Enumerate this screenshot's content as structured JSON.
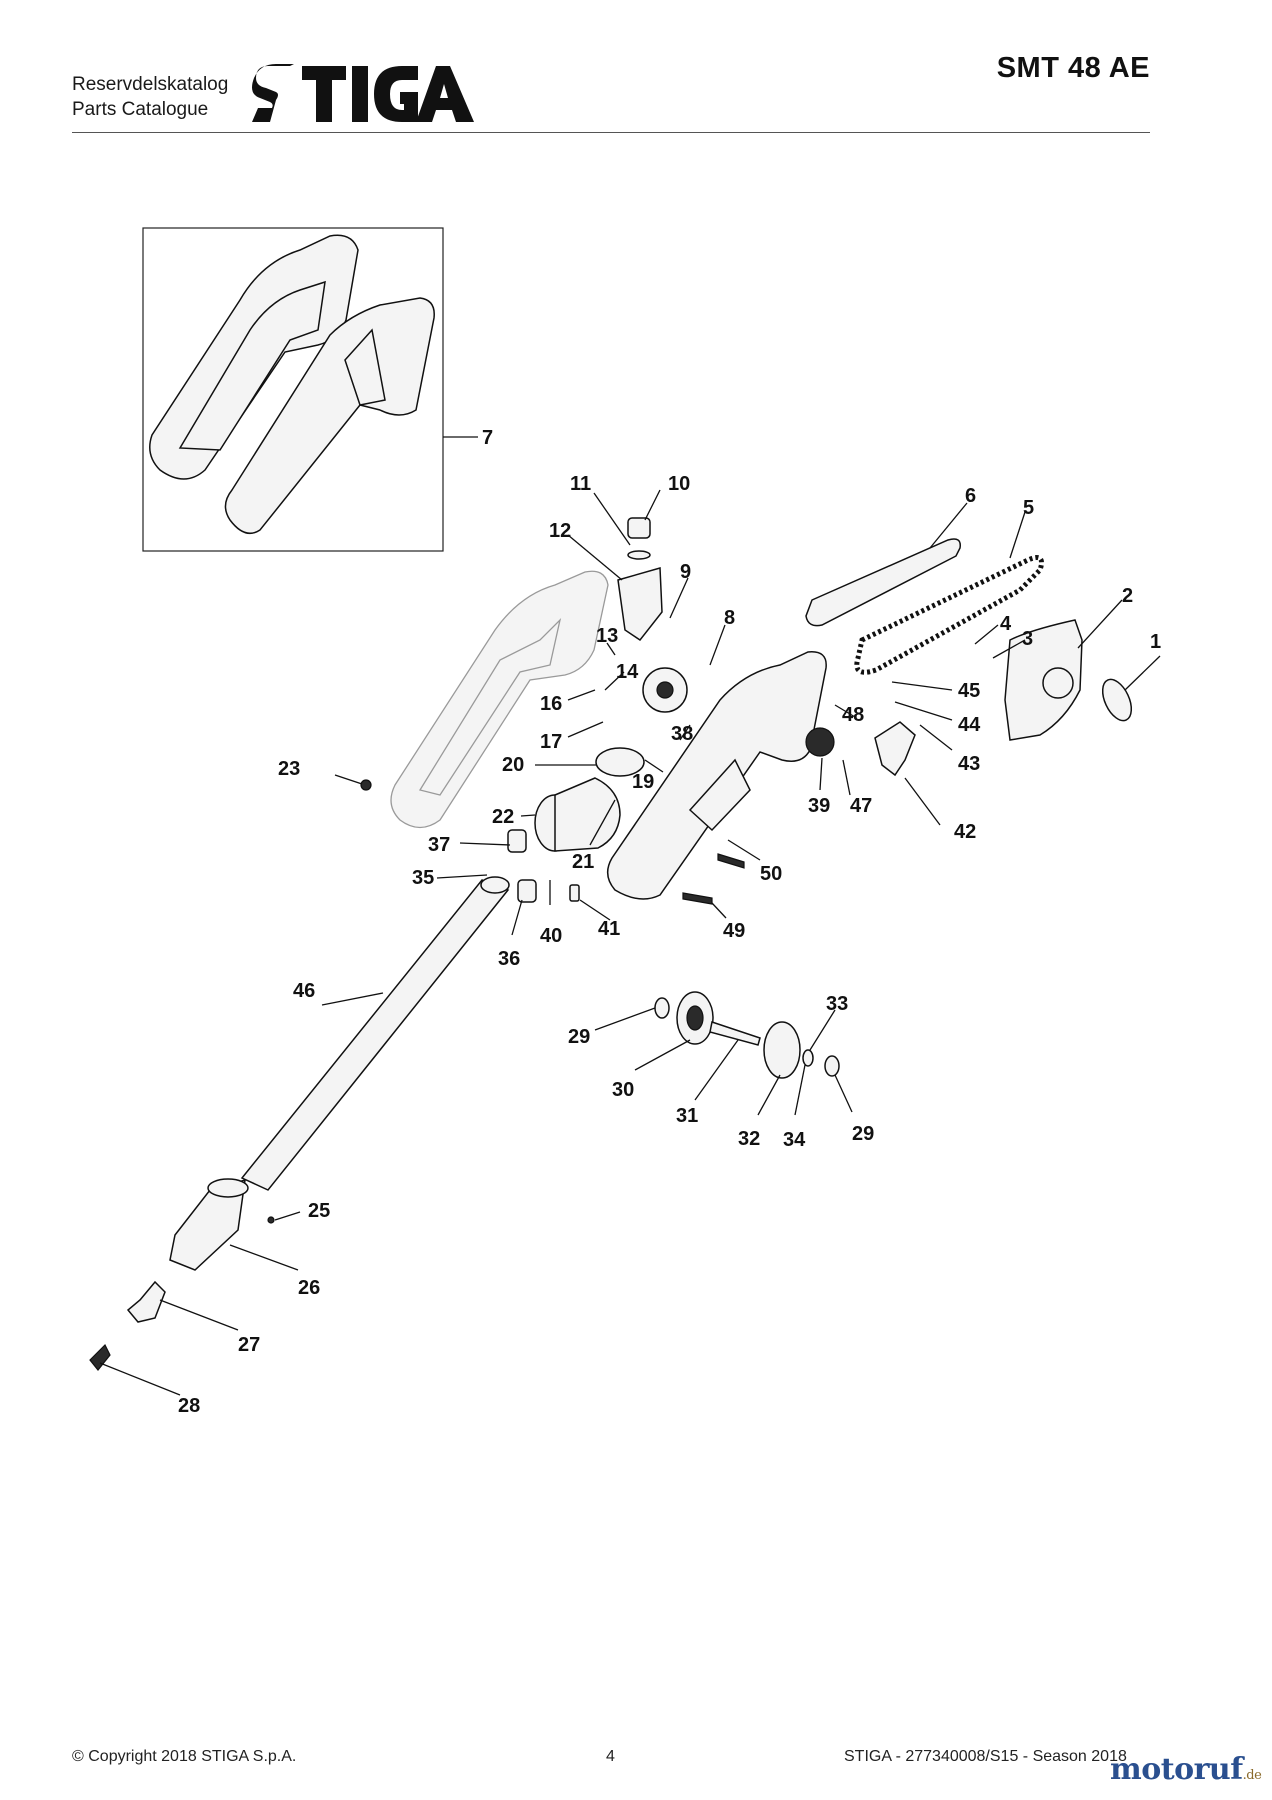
{
  "header": {
    "subtitle_line1": "Reservdelskatalog",
    "subtitle_line2": "Parts Catalogue",
    "brand_logo": "STIGA",
    "model": "SMT 48 AE"
  },
  "diagram": {
    "part_numbers": [
      "1",
      "2",
      "3",
      "4",
      "5",
      "6",
      "7",
      "8",
      "9",
      "10",
      "11",
      "12",
      "13",
      "14",
      "16",
      "17",
      "19",
      "20",
      "21",
      "22",
      "23",
      "25",
      "26",
      "27",
      "28",
      "29",
      "29",
      "30",
      "31",
      "32",
      "33",
      "34",
      "35",
      "36",
      "37",
      "38",
      "39",
      "40",
      "41",
      "42",
      "43",
      "44",
      "45",
      "46",
      "47",
      "48",
      "49",
      "50"
    ]
  },
  "footer": {
    "copyright": "© Copyright 2018 STIGA S.p.A.",
    "page_number": "4",
    "catalog_ref": "STIGA - 277340008/S15 - Season 2018"
  },
  "watermark": {
    "text": "motoruf",
    "suffix": ".de"
  },
  "colors": {
    "line": "#111111",
    "ghost_line": "#9a9a9a",
    "watermark": "#2a4f8f"
  }
}
